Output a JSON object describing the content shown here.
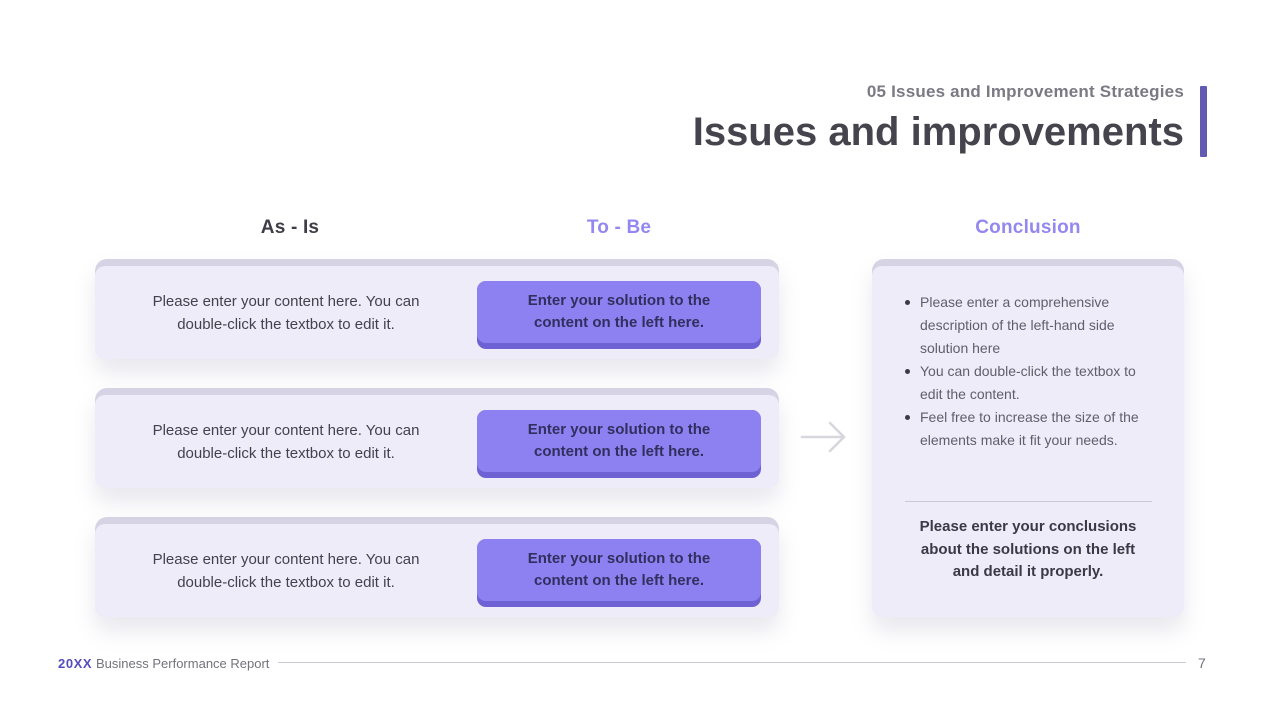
{
  "header": {
    "eyebrow": "05 Issues and Improvement Strategies",
    "title": "Issues and improvements"
  },
  "columns": {
    "as_is": "As - Is",
    "to_be": "To - Be",
    "conclusion": "Conclusion"
  },
  "rows": [
    {
      "content_line1": "Please enter your content here. You can",
      "content_line2": "double-click the textbox to edit it.",
      "solution_line1": "Enter your solution to the",
      "solution_line2": "content on the left here."
    },
    {
      "content_line1": "Please enter your content here. You can",
      "content_line2": "double-click the textbox to edit it.",
      "solution_line1": "Enter your solution to the",
      "solution_line2": "content on the left here."
    },
    {
      "content_line1": "Please enter your content here. You can",
      "content_line2": "double-click the textbox to edit it.",
      "solution_line1": "Enter your solution to the",
      "solution_line2": "content on the left here."
    }
  ],
  "conclusion": {
    "bullets": [
      {
        "lines": [
          "Please enter a comprehensive",
          "description of the left-hand side",
          "solution here"
        ]
      },
      {
        "lines": [
          "You can double-click the textbox to",
          "edit the content."
        ]
      },
      {
        "lines": [
          "Feel free to increase the size of the",
          "elements make it fit your needs."
        ]
      }
    ],
    "summary_line1": "Please enter your conclusions",
    "summary_line2": "about the solutions on the left",
    "summary_line3": "and detail it properly."
  },
  "footer": {
    "year": "20XX",
    "report_title": "Business Performance Report",
    "page_number": "7"
  },
  "colors": {
    "button_purple": "#8d81f2",
    "button_edge_purple": "#6e61d4",
    "column_header_purple": "#9388f0",
    "title_bar_purple": "#615cb2",
    "card_background": "#efecf9",
    "card_edge": "#d6d3e5",
    "footer_year_purple": "#544dbd",
    "arrow_gray": "#d8d7de"
  }
}
